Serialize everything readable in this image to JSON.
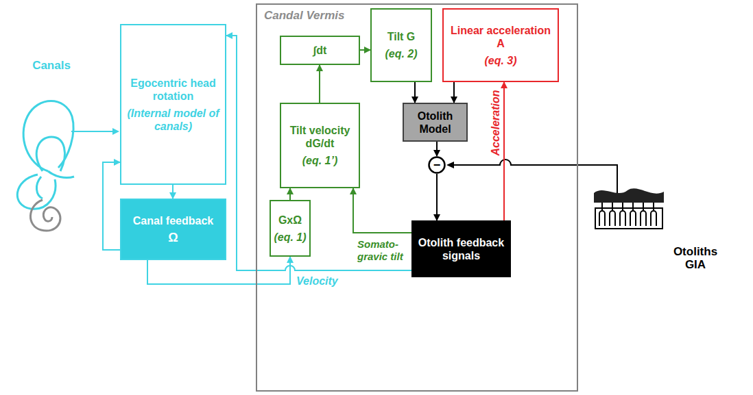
{
  "diagram": {
    "nodes": [
      {
        "text": [
          "Egocentric head rotation",
          "(Internal model of canals)"
        ]
      },
      {
        "text": [
          "Canal feedback",
          "Ω"
        ]
      },
      {
        "text": [
          "Candal Vermis"
        ]
      },
      {
        "text": [
          "∫dt"
        ],
        "in": 2
      },
      {
        "text": [
          "Tilt G",
          "(eq. 2)"
        ],
        "in": 2
      },
      {
        "text": [
          "Linear acceleration A",
          "(eq. 3)"
        ],
        "in": 2
      },
      {
        "text": [
          "Tilt velocity dG/dt",
          "(eq. 1’)"
        ],
        "in": 2
      },
      {
        "text": [
          "Otolith Model"
        ],
        "in": 2
      },
      {
        "text": [
          "−"
        ],
        "in": 2
      },
      {
        "text": [
          "GxΩ",
          "(eq. 1)"
        ],
        "in": 2
      },
      {
        "text": [
          "Otolith feedback signals"
        ],
        "in": 2
      }
    ],
    "edges": [
      {
        "from": 0,
        "to": 1,
        "arrow": "to"
      },
      {
        "from": 1,
        "to": 0,
        "arrow": "to"
      },
      {
        "from": 1,
        "to": 9,
        "arrow": "to"
      },
      {
        "from": 9,
        "to": 6,
        "arrow": "to"
      },
      {
        "from": 6,
        "to": 3,
        "arrow": "to"
      },
      {
        "from": 3,
        "to": 4,
        "arrow": "to"
      },
      {
        "from": 4,
        "to": 7,
        "arrow": "to"
      },
      {
        "from": 5,
        "to": 7,
        "arrow": "to"
      },
      {
        "from": 7,
        "to": 8,
        "arrow": "to"
      },
      {
        "from": 8,
        "to": 10,
        "arrow": "to"
      },
      {
        "from": 10,
        "to": 5,
        "label": "Acceleration",
        "arrow": "to"
      },
      {
        "from": 10,
        "to": 6,
        "label": "Somato-gravic tilt",
        "arrow": "to"
      },
      {
        "from": 10,
        "to": 0,
        "label": "Velocity",
        "arrow": "to"
      }
    ],
    "labels": [
      "Canals",
      "Otoliths GIA"
    ]
  }
}
